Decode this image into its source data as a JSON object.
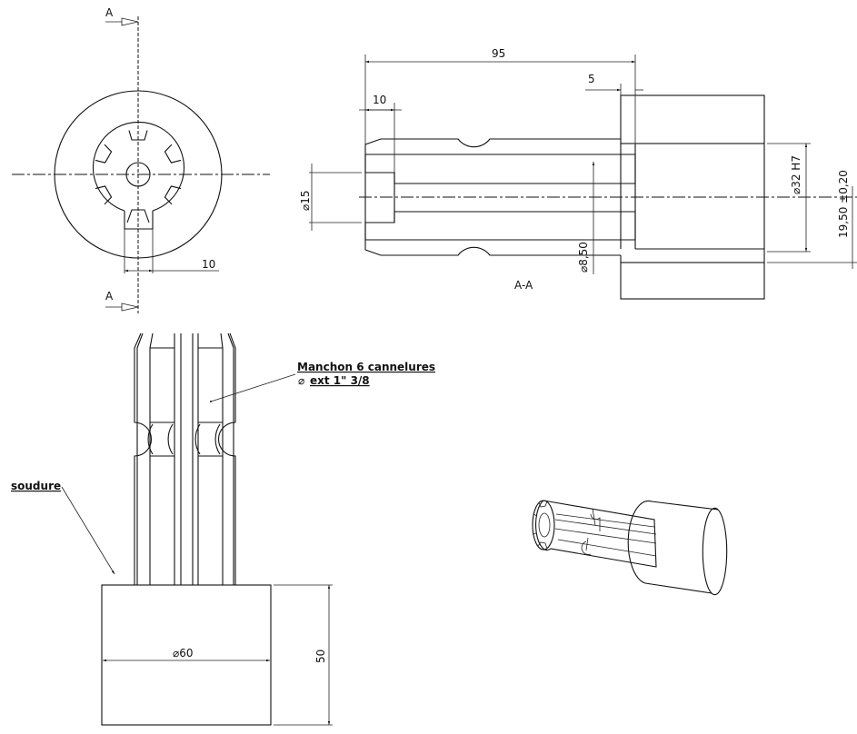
{
  "drawing": {
    "front_view": {
      "section_mark_top": "A",
      "section_mark_bottom": "A",
      "keyway_width": "10"
    },
    "section_view": {
      "title": "A-A",
      "overall_length": "95",
      "hub_offset": "5",
      "counterbore_depth": "10",
      "counterbore_diameter": "⌀15",
      "bore_diameter": "⌀8,50",
      "hub_bore": "⌀32 H7",
      "hub_tolerance": "19,50 ±0,20"
    },
    "side_view": {
      "spline_label": "Manchon 6 cannelures",
      "spline_diameter_symbol": "⌀",
      "spline_diameter": "ext 1\" 3/8",
      "weld_label": "soudure",
      "base_diameter": "⌀60",
      "base_height": "50"
    },
    "colors": {
      "line": "#111111",
      "background": "#ffffff"
    }
  }
}
